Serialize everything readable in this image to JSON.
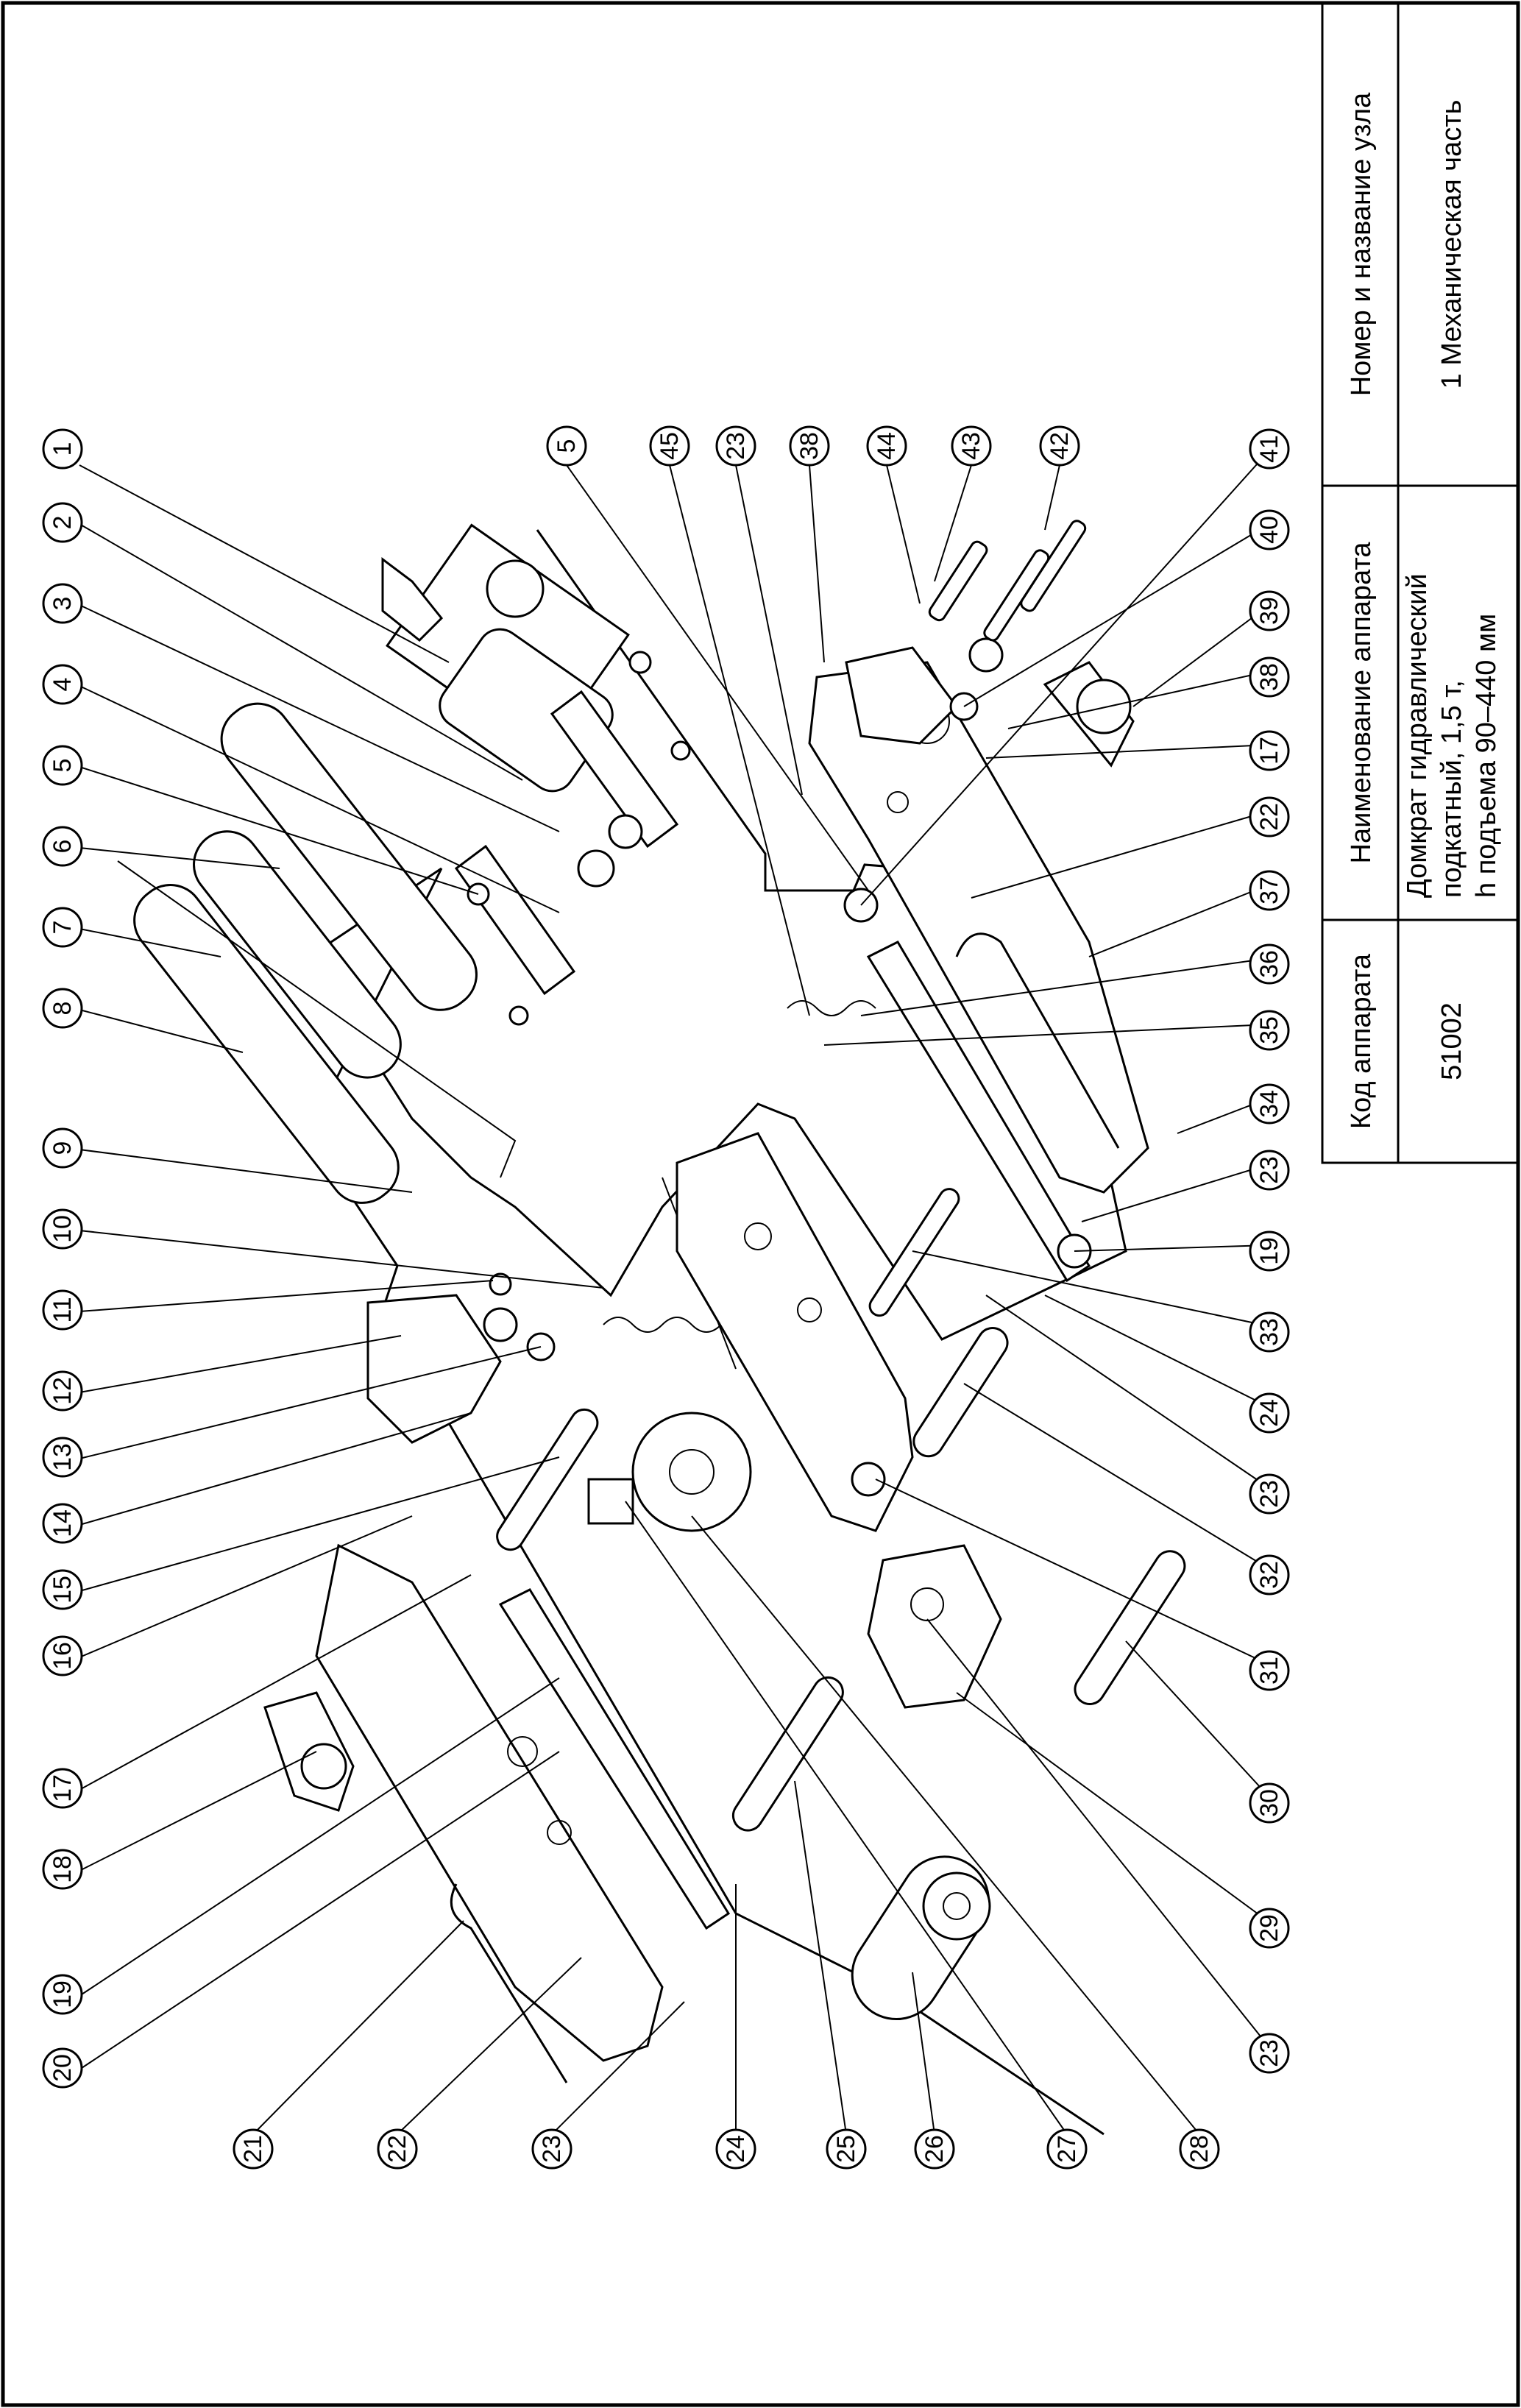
{
  "title_block": {
    "headers": {
      "code": "Код аппарата",
      "apparatus": "Наименование аппарата",
      "unit": "Номер и название узла"
    },
    "values": {
      "code": "51002",
      "apparatus_lines": [
        "Домкрат гидравлический",
        "подкатный, 1,5 т,",
        "h подъема 90–440 мм"
      ],
      "unit": "1 Механическая часть"
    }
  },
  "callouts": {
    "top": [
      "1",
      "2",
      "3",
      "4",
      "5",
      "6",
      "7",
      "8",
      "9",
      "10",
      "11",
      "12",
      "13",
      "14",
      "15",
      "16",
      "17",
      "18",
      "19",
      "20"
    ],
    "bottom": [
      "21",
      "22",
      "23",
      "24",
      "25",
      "26",
      "27",
      "28"
    ],
    "right": [
      "23",
      "29",
      "30",
      "31",
      "32",
      "23",
      "24",
      "33",
      "19",
      "23",
      "34",
      "35",
      "36",
      "37",
      "22",
      "17",
      "38",
      "39",
      "40",
      "41"
    ],
    "upper": [
      "5",
      "45",
      "23",
      "38",
      "44",
      "43",
      "42"
    ]
  }
}
